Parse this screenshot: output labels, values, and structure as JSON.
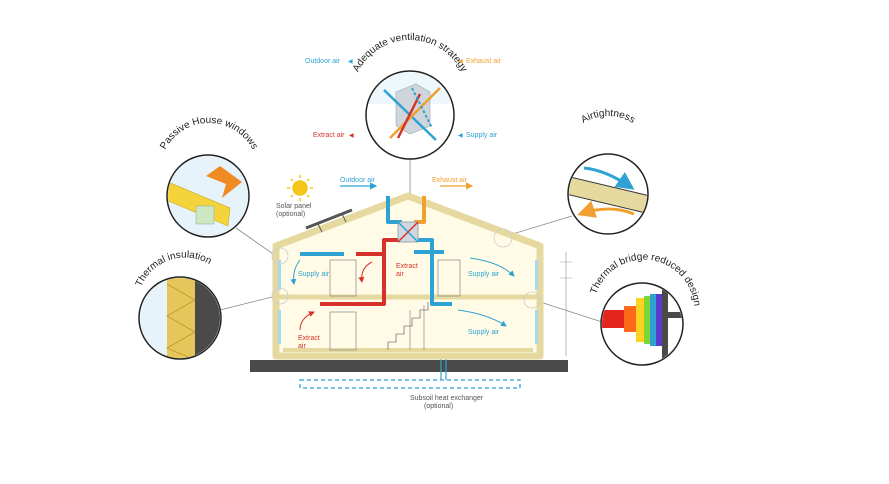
{
  "callouts": {
    "ventilation": "Adequate ventilation strategy",
    "windows": "Passive House windows",
    "airtightness": "Airtightness",
    "insulation": "Thermal insulation",
    "thermal_bridge": "Thermal bridge reduced design"
  },
  "vent_detail": {
    "outdoor_air": "Outdoor air",
    "exhaust_air": "Exhaust air",
    "extract_air": "Extract air",
    "supply_air": "Supply air"
  },
  "house": {
    "outdoor_air": "Outdoor air",
    "exhaust_air": "Exhaust air",
    "solar_line1": "Solar panel",
    "solar_line2": "(optional)",
    "supply_upper_left": "Supply air",
    "supply_upper_right": "Supply air",
    "supply_lower_right": "Supply air",
    "extract_upper_line1": "Extract",
    "extract_upper_line2": "air",
    "extract_lower_line1": "Extract",
    "extract_lower_line2": "air",
    "subsoil_line1": "Subsoil heat exchanger",
    "subsoil_line2": "(optional)"
  },
  "colors": {
    "supply": "#2ea3d3",
    "extract": "#d6322c",
    "exhaust": "#f0a030",
    "wall": "#e6d9a0",
    "ground": "#4a4a4a"
  }
}
